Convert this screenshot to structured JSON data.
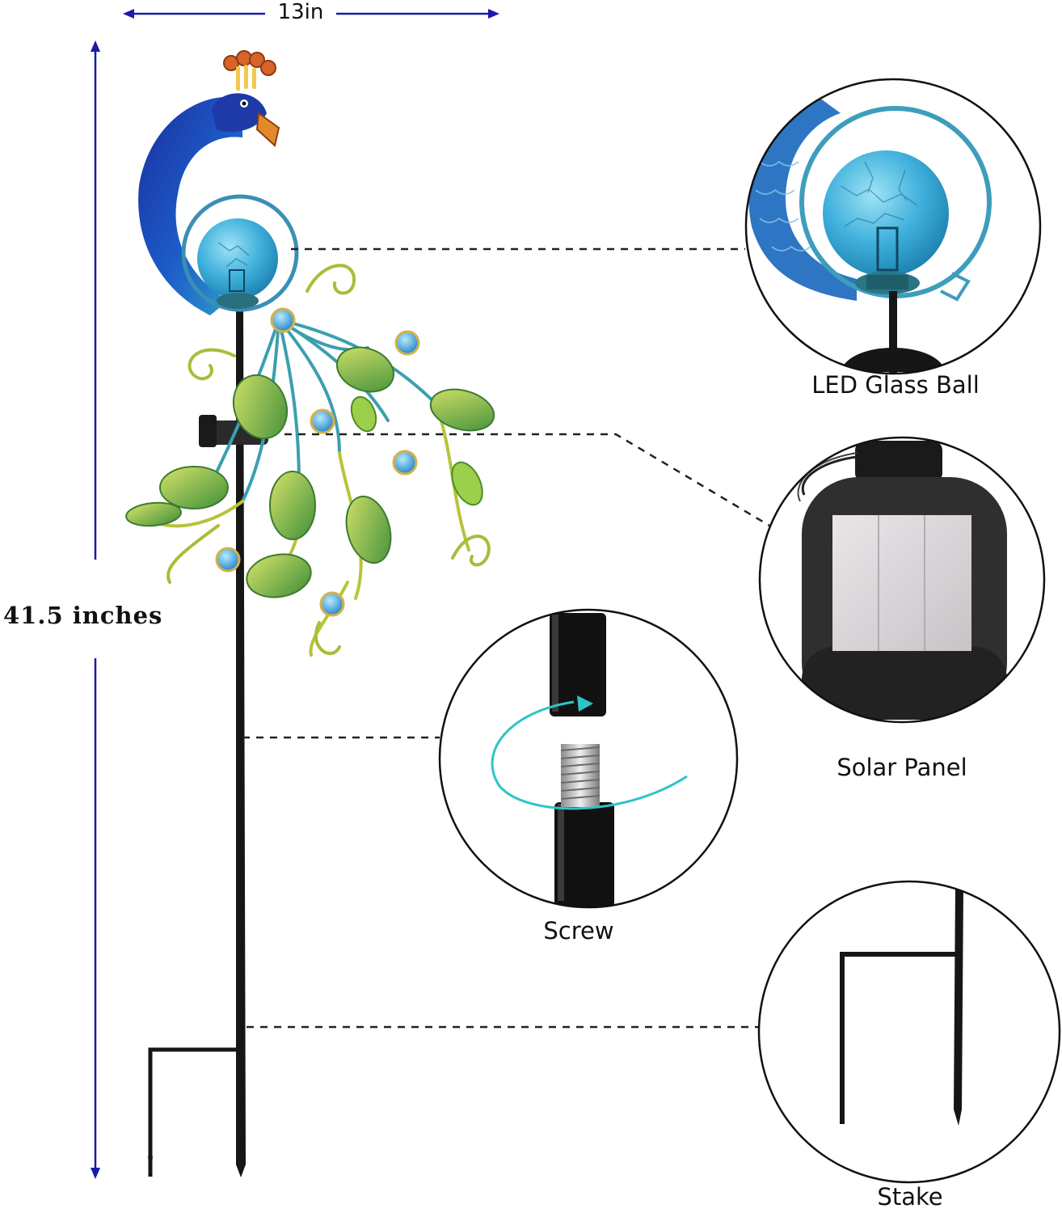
{
  "dimensions": {
    "width_label": "13in",
    "height_label": "41.5 inches"
  },
  "callouts": {
    "led_glass_ball": "LED Glass Ball",
    "solar_panel": "Solar Panel",
    "screw": "Screw",
    "stake": "Stake"
  },
  "colors": {
    "dimension_arrow": "#1a1aa8",
    "peacock_body": "#1d47c0",
    "glass_ball": "#4fb6dc",
    "leaf_green": "#8bbf3c",
    "stake_black": "#161616",
    "rotation_arrow": "#2ec4c8"
  }
}
